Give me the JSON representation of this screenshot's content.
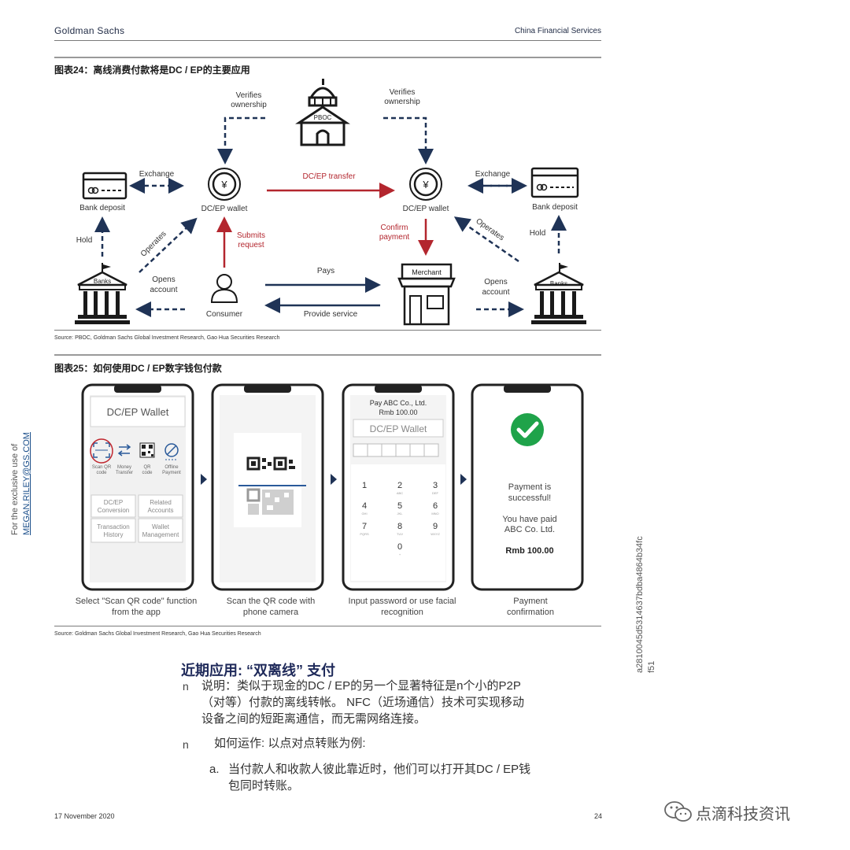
{
  "header": {
    "company": "Goldman Sachs",
    "section": "China Financial Services"
  },
  "figure24": {
    "title": "图表24：离线消费付款将是DC / EP的主要应用",
    "pboc": "PBOC",
    "verifies_left": [
      "Verifies",
      "ownership"
    ],
    "verifies_right": [
      "Verifies",
      "ownership"
    ],
    "exchange_left": "Exchange",
    "exchange_right": "Exchange",
    "bank_deposit_left": "Bank deposit",
    "bank_deposit_right": "Bank deposit",
    "wallet_left": "DC/EP wallet",
    "wallet_right": "DC/EP wallet",
    "dcep_transfer": "DC/EP transfer",
    "hold_left": "Hold",
    "hold_right": "Hold",
    "operates_left": "Operates",
    "operates_right": "Operates",
    "submits_request": [
      "Submits",
      "request"
    ],
    "confirm_payment": [
      "Confirm",
      "payment"
    ],
    "banks_left": "Banks",
    "banks_right": "Banks",
    "opens_account_left": [
      "Opens",
      "account"
    ],
    "opens_account_right": [
      "Opens",
      "account"
    ],
    "consumer": "Consumer",
    "pays": "Pays",
    "provide_service": "Provide service",
    "merchant": "Merchant",
    "source": "Source: PBOC, Goldman Sachs Global Investment Research, Gao Hua Securities Research"
  },
  "figure25": {
    "title": "图表25：如何使用DC / EP数字钱包付款",
    "phone1": {
      "wallet_title": "DC/EP Wallet",
      "icons": [
        {
          "label": [
            "Scan QR",
            "code"
          ],
          "icon": "scan-qr-icon"
        },
        {
          "label": [
            "Money",
            "Transfer"
          ],
          "icon": "money-transfer-icon"
        },
        {
          "label": [
            "QR",
            "code"
          ],
          "icon": "qr-code-icon"
        },
        {
          "label": [
            "Offline",
            "Payment"
          ],
          "icon": "offline-payment-icon"
        }
      ],
      "grid": [
        [
          "DC/EP",
          "Conversion"
        ],
        [
          "Related",
          "Accounts"
        ],
        [
          "Transaction",
          "History"
        ],
        [
          "Wallet",
          "Management"
        ]
      ]
    },
    "phone3": {
      "pay_line": "Pay ABC Co., Ltd.",
      "amount": "Rmb 100.00",
      "wallet_title": "DC/EP Wallet",
      "keys": [
        {
          "num": "1",
          "sub": ""
        },
        {
          "num": "2",
          "sub": "ABC"
        },
        {
          "num": "3",
          "sub": "DEF"
        },
        {
          "num": "4",
          "sub": "GHI"
        },
        {
          "num": "5",
          "sub": "JKL"
        },
        {
          "num": "6",
          "sub": "MNO"
        },
        {
          "num": "7",
          "sub": "PQRS"
        },
        {
          "num": "8",
          "sub": "TUV"
        },
        {
          "num": "9",
          "sub": "WXYZ"
        },
        {
          "num": "0",
          "sub": "+"
        }
      ]
    },
    "phone4": {
      "line1": "Payment is",
      "line2": "successful!",
      "line3": "You have paid",
      "line4": "ABC Co. Ltd.",
      "amount": "Rmb 100.00"
    },
    "captions": [
      [
        "Select \"Scan QR code\" function",
        "from the app"
      ],
      [
        "Scan the QR code with",
        "phone camera"
      ],
      [
        "Input password or use facial",
        "recognition"
      ],
      [
        "Payment",
        "confirmation"
      ]
    ],
    "source": "Source: Goldman Sachs Global Investment Research, Gao Hua Securities Research"
  },
  "side_left": {
    "line1": "For the exclusive use of",
    "email": "MEGAN.RILEY@GS.COM"
  },
  "side_right": {
    "line1": "a2810045d5314637bdba4864b34fc",
    "line2": "f51"
  },
  "section": {
    "title": "近期应用: “双离线” 支付",
    "bullet_mark": "n",
    "bullet1_line1": "说明：类似于现金的DC / EP的另一个显著特征是n个小的P2P",
    "bullet1_line2": "（对等）付款的离线转帐。 NFC（近场通信）技术可实现移动",
    "bullet1_line3": "设备之间的短距离通信，而无需网络连接。",
    "bullet2": "如何运作: 以点对点转账为例:",
    "sub_a_label": "a.",
    "sub_a_line1": "当付款人和收款人彼此靠近时，他们可以打开其DC / EP钱",
    "sub_a_line2": "包同时转账。"
  },
  "footer": {
    "date": "17 November 2020",
    "page": "24"
  },
  "watermark": {
    "text": "点滴科技资讯"
  },
  "colors": {
    "navy": "#1f3356",
    "red": "#b3262e",
    "green": "#1fa34a"
  }
}
